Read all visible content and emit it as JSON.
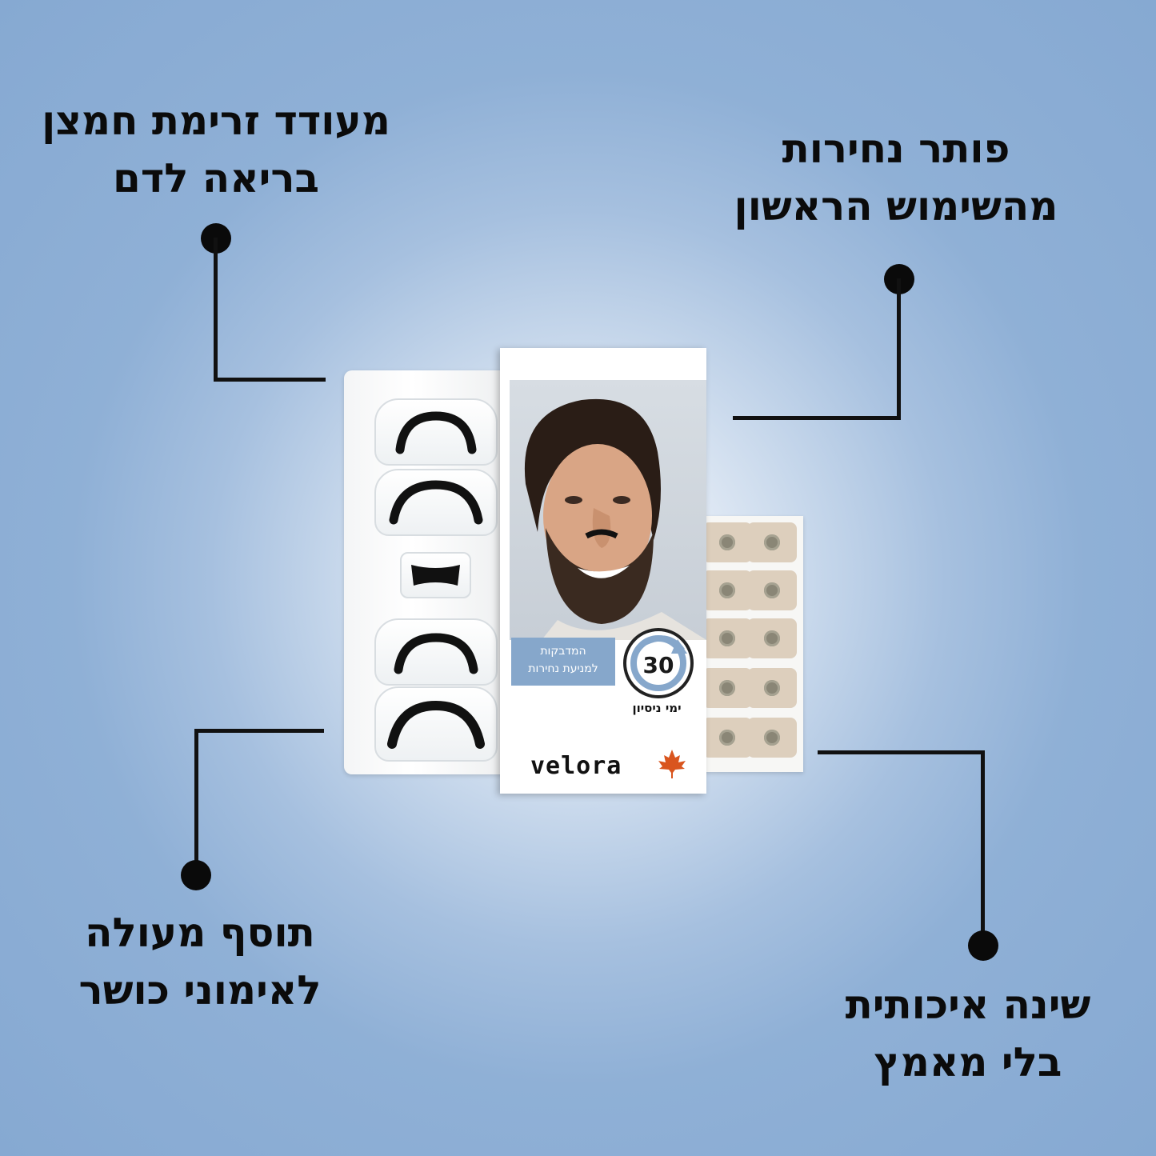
{
  "callouts": {
    "top_left": {
      "line1": "מעודד זרימת חמצן",
      "line2": "בריאה לדם"
    },
    "top_right": {
      "line1": "פותר נחירות",
      "line2": "מהשימוש הראשון"
    },
    "bottom_left": {
      "line1": "תוסף מעולה",
      "line2": "לאימוני כושר"
    },
    "bottom_right": {
      "line1": "שינה איכותית",
      "line2": "בלי מאמץ"
    }
  },
  "product": {
    "badge_line1": "המדבקות",
    "badge_line2": "למניעת נחירות",
    "trial_days": "30",
    "trial_label": "ימי ניסיון",
    "brand": "velora",
    "leaf_icon": "maple-leaf-icon"
  },
  "colors": {
    "background_outer": "#86a9d2",
    "background_center": "#ffffff",
    "badge": "#86a7cb",
    "leaf": "#d9551e"
  }
}
